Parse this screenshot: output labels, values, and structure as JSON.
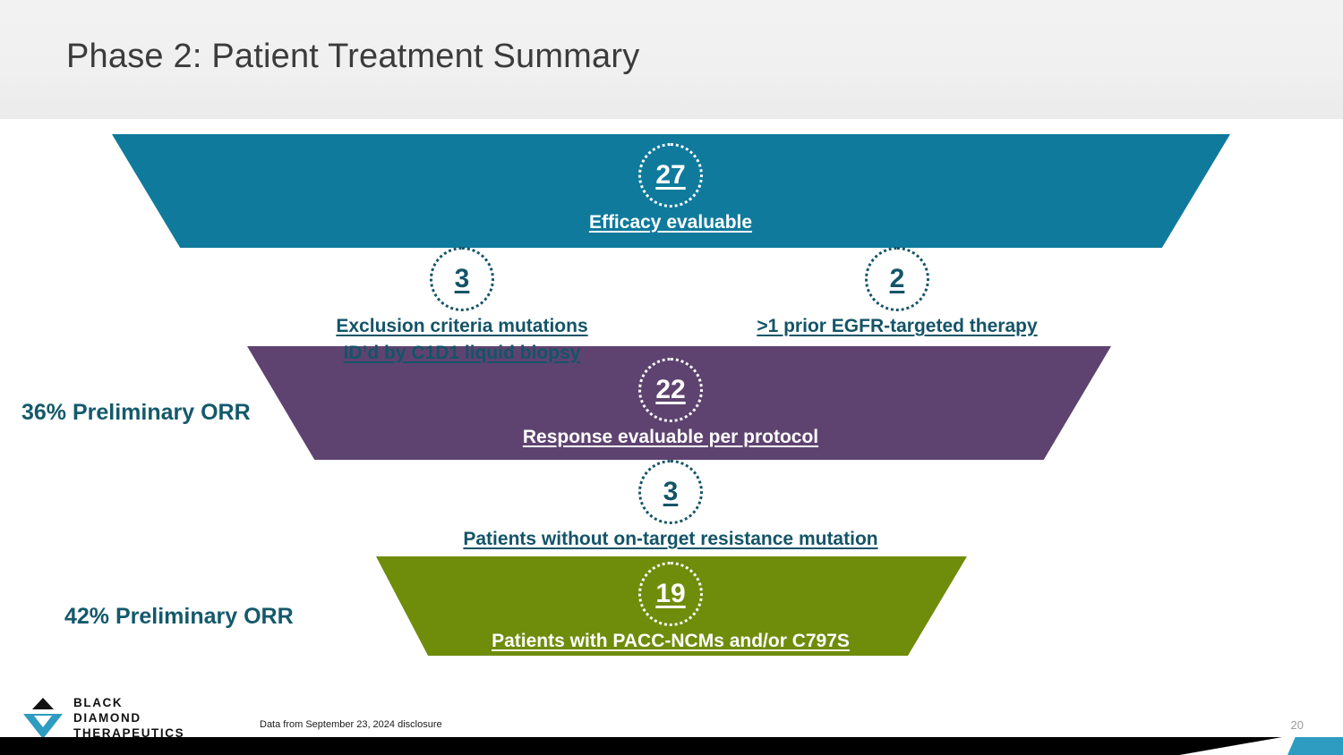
{
  "header": {
    "title": "Phase 2: Patient Treatment Summary"
  },
  "funnel": {
    "stages": [
      {
        "id": "efficacy",
        "count": "27",
        "label": "Efficacy evaluable",
        "band_color": "#0f7a9c",
        "text_color": "#ffffff"
      },
      {
        "id": "response",
        "count": "22",
        "label": "Response evaluable per protocol",
        "band_color": "#5e4370",
        "text_color": "#ffffff"
      },
      {
        "id": "pacc",
        "count": "19",
        "label": "Patients with PACC-NCMs and/or C797S",
        "band_color": "#6f8c0b",
        "text_color": "#ffffff"
      }
    ],
    "deductions": [
      {
        "id": "exclusion",
        "count": "3",
        "label_line1": "Exclusion criteria mutations",
        "label_line2": "ID’d by C1D1 liquid biopsy",
        "text_color": "#145468"
      },
      {
        "id": "prior-therapy",
        "count": "2",
        "label_line1": ">1 prior EGFR-targeted therapy",
        "label_line2": "",
        "text_color": "#145468"
      },
      {
        "id": "non-target",
        "count": "3",
        "label_line1": "Patients without on-target resistance mutation",
        "label_line2": "",
        "text_color": "#145468"
      }
    ]
  },
  "orr_labels": [
    {
      "id": "orr-36",
      "text": "36% Preliminary ORR"
    },
    {
      "id": "orr-42",
      "text": "42% Preliminary ORR"
    }
  ],
  "footer": {
    "footnote": "Data from September 23, 2024 disclosure",
    "page_number": "20",
    "logo": {
      "line1": "BLACK",
      "line2": "DIAMOND",
      "line3": "THERAPEUTICS",
      "triangle_color": "#111111",
      "diamond_color": "#2e9cc0"
    }
  }
}
